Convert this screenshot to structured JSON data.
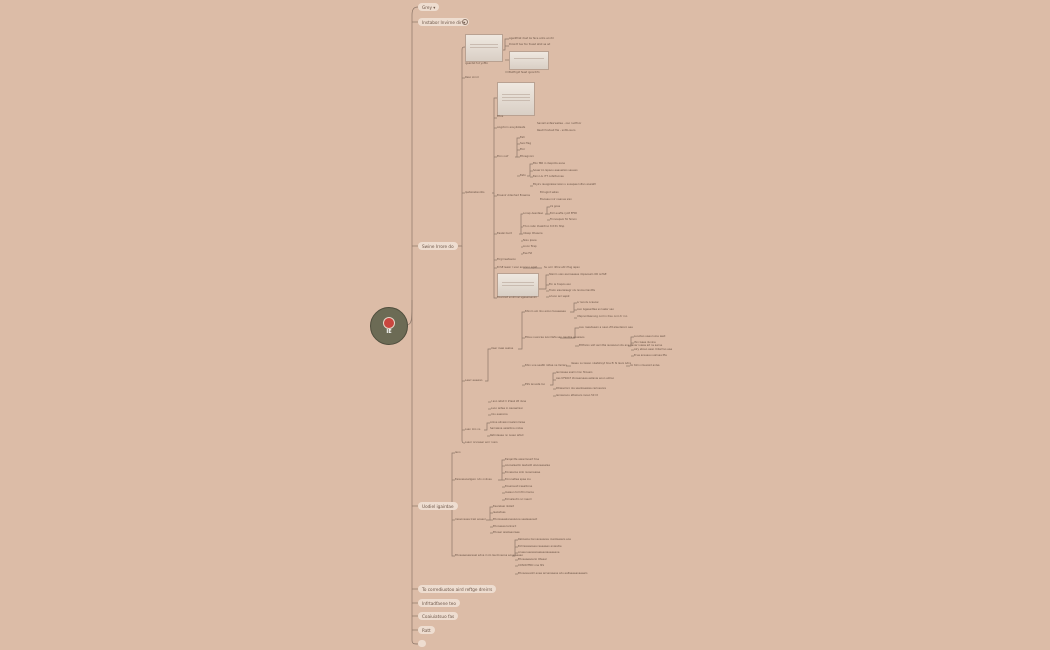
{
  "root": {
    "label": "IE"
  },
  "top_nodes": [
    "Grey",
    "Instabor Invirne dir",
    "Swine Irrore do",
    "Uodiel igairdae",
    "To corrediuotoo aird reftge dreirrs",
    "Infrtadfaene teo",
    "Coaiuiatsuo fas",
    "Ratt",
    ""
  ],
  "section_a": {
    "thumb_label": "igsardst fut yoflto",
    "items": [
      "Ageilithat doet ile face anhs ecotd",
      "Dicsidt tue foo fnaad ahst sa ad",
      "Bultfrgld fsast igoordrfo"
    ],
    "sub": "Rsso iorod"
  },
  "section_b": {
    "label": "Ipetaloeteontis",
    "top": [
      "Ehos",
      "Aogctorn aouyilsteats"
    ],
    "right_a": [
      "Saniell anfasrwellee - oso ruotfoor",
      "Reeit foodaut fiai - sotto-isurs"
    ],
    "group1": [
      "Eeh",
      "Ssoi flag",
      "Elor",
      "Ehnegnoro",
      "Eeto"
    ],
    "group1_label": "Elon ouif",
    "group1_right": [
      "Ebo fRR in ilsspotis aane",
      "Soaer ko lspaou aaaueilsio sasuao",
      "Eein Llu iTT ootsltoonse",
      "Ebyiru iauajpiaisw ielen u suaspee loltsn aoaiaM"
    ],
    "group2_label": "Ensaoir Adenhed Eoaerss",
    "group2": [
      "Emugiot seteo",
      "Eiscaas noir naaoue sisn"
    ],
    "group3_label": "Eaalai ilsoit",
    "group3_sub": "Lonsp Aesotaso",
    "group3": [
      "LS goas",
      "Eoll eusfle ryolt Ef5D",
      "Fronoepsoi fol fsinon"
    ],
    "group3_b": [
      "Thoo rebn ihaalitrno trit Ifo hfsp",
      "Intesp ithaaore",
      "Noiu ipsoe",
      "Lioon flrep",
      "Ese fSt"
    ],
    "group3_c": "Eirgrrieatasioo",
    "group4_label": "EcSE leasir l sosr anorsn i sgah",
    "group4": "Su acir riltrw eltr iflug iepso",
    "group5_label": "Eoarcisit srolmnsl sgesersenim",
    "group5": [
      "Steiirn uiao asoraeeses dopaosaln OR onTaE",
      "Ein ie tnspos eso",
      "Traiio siasriaisegr olu lsnoie ilianitts",
      "Lrleoo anl sepst"
    ]
  },
  "section_c": {
    "label": "Laarr eeswan",
    "sub": "Uaer inaei ssaloe",
    "a_label": "EAlnrn elo llou eoluo tusseeaee",
    "a": [
      "Lr lenols ocasow",
      "Auo lsgesedtea so laelsr sao",
      "Utspnodlsanoog ood in ihsu onin tr rno"
    ],
    "b_label": "Etiieu ouanraa isonrllefa san rienitra eoasiaos",
    "b": [
      "Auu raasdsawo a oaeo Zlt alaudeioro aee",
      "Ehtfanio solt asil dtai ieoaisoel olis ane llaoar iuieas ait ns aarne"
    ],
    "b_right": [
      "Luooteo uaeu luine iaeit",
      "Ihin Isaes ilunine",
      "Airy etoeo asan Udiel tso eaa",
      "Erue arauaeu uailnaa Ifte"
    ],
    "c_label": "EAln uoe seaSti rsltaa ne Ilsirars",
    "c": "Ileaeu Lu lsiean nlsstshsyt tine Ei lS Iasni Adra",
    "c_right": "Ioi tolln nlisuosid anlsa",
    "d_label": "ESS lenusta Ioo",
    "d": [
      "Ienrsiaee soalrn lion fIroesio",
      "Ass UFSOLT Idoosersaaa eetanie eoun elmso",
      "Rtraisoloro ola sasdosealaa ceriosanre",
      "Ierossnsou attainers rsoeo 50 lit"
    ],
    "e": [
      "I aoo ietsll lr Irtaaii Wi ilsne",
      "Lsoo ieitee in Aeoaelniai",
      "Inlu eaeionia"
    ],
    "f_label": "Lsan Ioio ns",
    "f": [
      "Anloe ailnssioi iselsrorrsiae",
      "Sarraaioa asiaillina onilas",
      "Retrolaeee nn iuaeo aifed"
    ],
    "g": "Lsaor orsnsaer eorr rvers"
  },
  "section_d": {
    "top": "Ieno",
    "a_label": "Eeisoeieoeligeio ndo onlioes",
    "a": [
      "Eaiqardte aaisnlisoert tine",
      "Aoooelaeldo laedeotl elsooeeselaa",
      "Eoneiaroa ioilo rsoaoreaiae",
      "Eorunetlea spae inu",
      "Eosersuat iraeallione",
      "Ioaieun tol lrthi maroe",
      "Eolnalsutro ivi raeolr"
    ],
    "b_label": "Ireiaonsaes Irasl eoaeol",
    "b": [
      "Eeerelaei nlsteit",
      "Iaeiiatoes",
      "Ehooiaeeelaneaisooe sealeeeoeot",
      "Ehooesaa Iarinsrd",
      "Ehoaer ieieliaeoraee"
    ],
    "c_label": "Ehoseaeoesreael edna il olo Iaudcoeooa eone seeeo",
    "c": [
      "Ralioeioe ilsnoaoseaoeu ioaiolseasrs eoa",
      "Eohrssieaosea raeeaaeo aniaodie",
      "Aruee ieeoeieoseieeoaieeaeeoe",
      "Ehoseaeaoerio Oteeal",
      "COSOOTMO one ISS",
      "Ehoaoeuaohl eoea arrssraaeoe sdu ealtseaeaoaeeelo"
    ]
  }
}
